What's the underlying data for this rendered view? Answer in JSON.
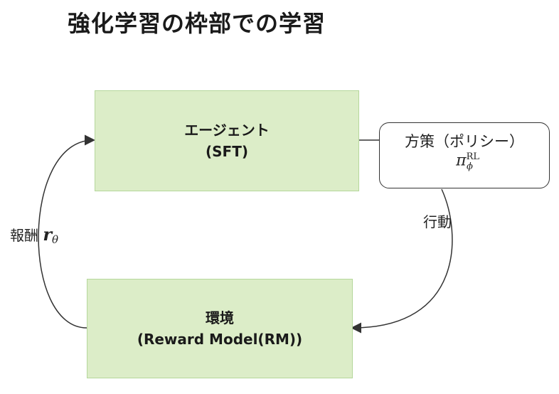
{
  "title": "強化学習の枠部での学習",
  "agent": {
    "line1": "エージェント",
    "line2": "(SFT)"
  },
  "environment": {
    "line1": "環境",
    "line2": "(Reward Model(RM))"
  },
  "policy": {
    "label": "方策（ポリシー）",
    "symbol": "π",
    "superscript": "RL",
    "subscript": "ϕ"
  },
  "edges": {
    "reward_label": "報酬",
    "reward_symbol": "r",
    "reward_subscript": "θ",
    "action_label": "行動"
  },
  "colors": {
    "box_fill": "#dcedc8",
    "box_border": "#b5d79b",
    "line": "#333333"
  }
}
